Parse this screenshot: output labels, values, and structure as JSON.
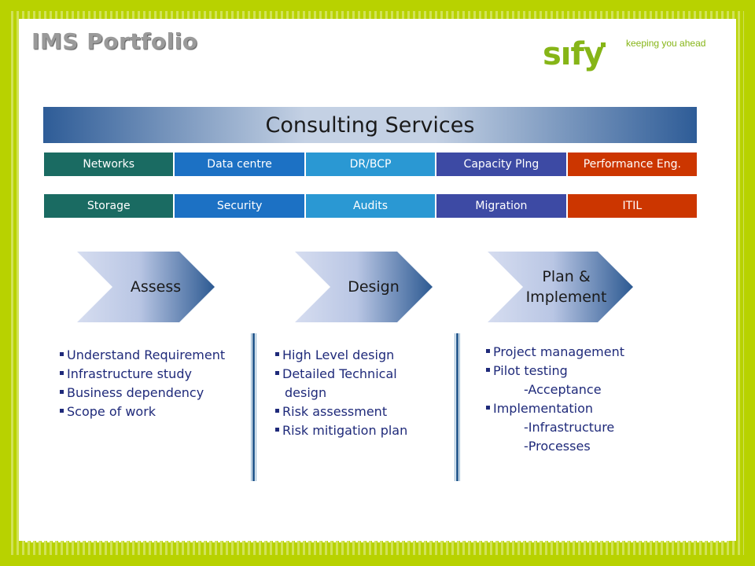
{
  "header": {
    "title": "IMS Portfolio",
    "logo_text": "sıfy",
    "tagline": "keeping you ahead"
  },
  "banner": {
    "title": "Consulting Services"
  },
  "service_rows": [
    [
      "Networks",
      "Data centre",
      "DR/BCP",
      "Capacity Plng",
      "Performance Eng."
    ],
    [
      "Storage",
      "Security",
      "Audits",
      "Migration",
      "ITIL"
    ]
  ],
  "colors": {
    "border": "#b8d200",
    "cell_teal": "#1a6b62",
    "cell_blue": "#1c71c4",
    "cell_sky": "#2a98d3",
    "cell_indigo": "#3d4aa4",
    "cell_orange": "#cc3600",
    "bullet_text": "#1f2a7a"
  },
  "phases": [
    {
      "label": "Assess",
      "items": [
        "Understand Requirement",
        "Infrastructure study",
        "Business dependency",
        "Scope of work"
      ]
    },
    {
      "label": "Design",
      "items": [
        "High Level design",
        "Detailed Technical",
        "design",
        "Risk assessment",
        "Risk mitigation plan"
      ]
    },
    {
      "label_line1": "Plan &",
      "label_line2": "Implement",
      "items": [
        "Project management",
        "Pilot testing",
        "-Acceptance",
        "Implementation",
        "-Infrastructure",
        "-Processes"
      ]
    }
  ]
}
